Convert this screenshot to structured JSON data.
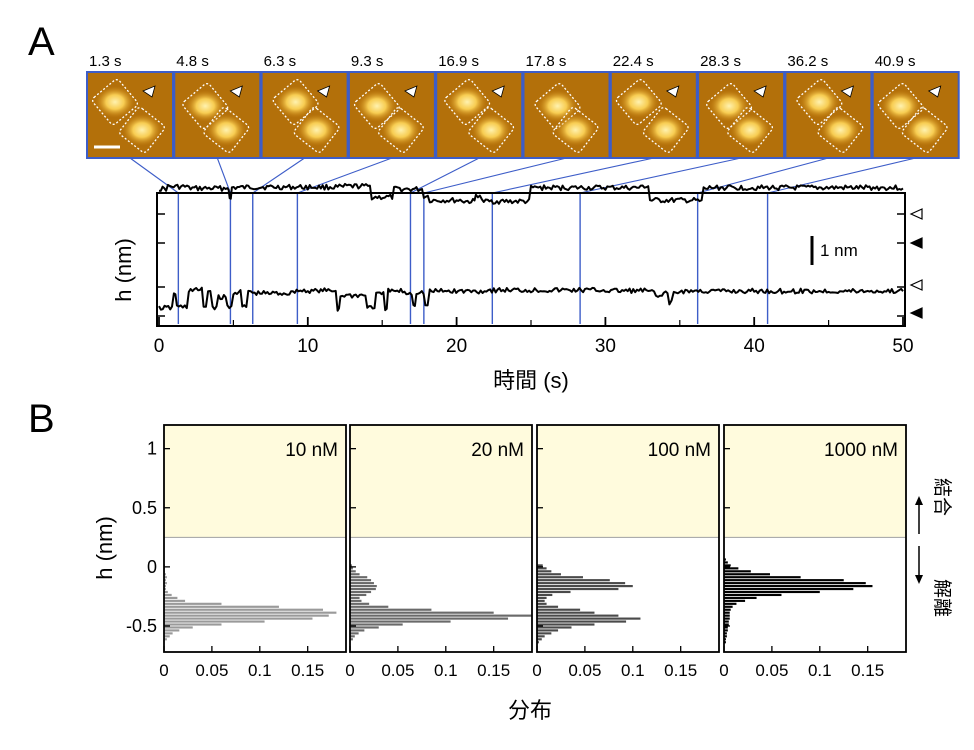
{
  "panel_labels": {
    "a": "A",
    "b": "B"
  },
  "frames": {
    "times": [
      "1.3 s",
      "4.8 s",
      "6.3 s",
      "9.3 s",
      "16.9 s",
      "17.8 s",
      "22.4 s",
      "28.3 s",
      "36.2 s",
      "40.9 s"
    ],
    "links_s": [
      1.3,
      4.8,
      6.3,
      9.3,
      16.9,
      17.8,
      22.4,
      28.3,
      36.2,
      40.9
    ],
    "colors": {
      "frame_border": "#3d5dc8",
      "afm_dark": "#8a4c00",
      "afm_mid": "#c98310",
      "afm_bright": "#ffd75a",
      "link_line": "#3d5dc8"
    }
  },
  "chart_data": [
    {
      "type": "line",
      "xlabel": "時間 (s)",
      "ylabel": "h (nm)",
      "xlim": [
        0,
        50
      ],
      "xticks": [
        0,
        10,
        20,
        30,
        40,
        50
      ],
      "scale_bar": "1 nm",
      "markers": [
        "bound",
        "unbound",
        "bound",
        "unbound"
      ],
      "series": [
        {
          "x": [
            0,
            0.6,
            2.0,
            4.6,
            4.75,
            4.9,
            6.0,
            12.5,
            14.3,
            15.8,
            17.8,
            18.2,
            20.5,
            21.1,
            21.3,
            21.7,
            25.0,
            32.5,
            33.0,
            36.2,
            36.6,
            37.0,
            50.0
          ],
          "y": [
            0.6,
            0.7,
            0.62,
            0.65,
            0.1,
            0.66,
            0.68,
            0.72,
            0.2,
            0.58,
            0.25,
            0.05,
            0.0,
            0.0,
            0.3,
            0.0,
            0.65,
            0.72,
            0.05,
            0.0,
            0.6,
            0.65,
            0.62
          ]
        },
        {
          "x": [
            0,
            1.0,
            1.2,
            2.0,
            3.0,
            3.3,
            3.6,
            4.0,
            4.6,
            5.0,
            5.6,
            6.0,
            6.3,
            9.0,
            12.0,
            12.2,
            14.0,
            14.6,
            15.2,
            15.4,
            16.5,
            17.1,
            17.3,
            17.9,
            18.2,
            22.0,
            30.0,
            33.0,
            33.4,
            33.8,
            34.3,
            34.6,
            35.0,
            50.0
          ],
          "y": [
            -0.9,
            -0.2,
            -0.85,
            -0.05,
            -0.8,
            -0.1,
            -0.85,
            -0.4,
            -0.85,
            -0.15,
            -0.85,
            -0.1,
            -0.2,
            -0.08,
            -0.95,
            -0.3,
            -0.85,
            -0.25,
            -0.9,
            -0.1,
            -0.2,
            -0.75,
            -0.15,
            -0.8,
            -0.1,
            -0.05,
            -0.08,
            -0.15,
            -0.35,
            -0.2,
            -0.65,
            -0.2,
            -0.1,
            -0.1
          ]
        }
      ]
    },
    {
      "type": "histogram",
      "orientation": "horizontal",
      "ylabel": "h (nm)",
      "xlabel": "分布",
      "ylim": [
        -0.72,
        1.2
      ],
      "yticks": [
        -0.5,
        0,
        0.5,
        1
      ],
      "xlim": [
        0,
        0.19
      ],
      "xticks": [
        0,
        0.05,
        0.1,
        0.15
      ],
      "bin_edges_start": -0.7,
      "bin_width": 0.025,
      "threshold": 0.25,
      "side_labels": {
        "bound": "結合",
        "unbound": "解離"
      },
      "colors": {
        "bound_region": "#fffbdd"
      },
      "panels": [
        {
          "label": "10 nM",
          "color": "#9a9a9a",
          "values": [
            0,
            0,
            0,
            0.003,
            0.006,
            0.009,
            0.016,
            0.03,
            0.06,
            0.105,
            0.155,
            0.172,
            0.18,
            0.166,
            0.12,
            0.06,
            0.022,
            0.014,
            0.008,
            0.004,
            0.002,
            0.002,
            0.003,
            0.002,
            0.003,
            0.002,
            0.001,
            0.001,
            0.001,
            0,
            0,
            0,
            0,
            0,
            0,
            0,
            0,
            0,
            0,
            0,
            0,
            0,
            0,
            0,
            0,
            0,
            0,
            0,
            0,
            0,
            0,
            0,
            0,
            0,
            0,
            0,
            0,
            0,
            0,
            0,
            0,
            0,
            0,
            0,
            0,
            0,
            0,
            0,
            0,
            0,
            0,
            0,
            0,
            0,
            0,
            0
          ]
        },
        {
          "label": "20 nM",
          "color": "#6a6a6a",
          "values": [
            0,
            0,
            0,
            0.003,
            0.005,
            0.009,
            0.015,
            0.03,
            0.055,
            0.105,
            0.165,
            0.19,
            0.15,
            0.085,
            0.04,
            0.02,
            0.012,
            0.01,
            0.017,
            0.022,
            0.027,
            0.028,
            0.025,
            0.022,
            0.018,
            0.01,
            0.006,
            0.003,
            0.002,
            0,
            0,
            0,
            0,
            0,
            0,
            0,
            0,
            0,
            0,
            0,
            0,
            0,
            0,
            0,
            0,
            0,
            0,
            0,
            0,
            0,
            0,
            0,
            0,
            0,
            0,
            0,
            0,
            0,
            0,
            0,
            0,
            0,
            0,
            0,
            0,
            0,
            0,
            0,
            0,
            0,
            0,
            0,
            0,
            0,
            0,
            0
          ]
        },
        {
          "label": "100 nM",
          "color": "#4a4a4a",
          "values": [
            0,
            0,
            0.002,
            0.005,
            0.008,
            0.015,
            0.022,
            0.036,
            0.06,
            0.093,
            0.108,
            0.085,
            0.06,
            0.045,
            0.022,
            0.01,
            0.008,
            0.01,
            0.016,
            0.035,
            0.085,
            0.1,
            0.092,
            0.076,
            0.048,
            0.025,
            0.015,
            0.01,
            0.006,
            0,
            0,
            0,
            0,
            0,
            0,
            0,
            0,
            0,
            0,
            0,
            0,
            0,
            0,
            0,
            0,
            0,
            0,
            0,
            0,
            0,
            0,
            0,
            0,
            0,
            0,
            0,
            0,
            0,
            0,
            0,
            0,
            0,
            0,
            0,
            0,
            0,
            0,
            0,
            0,
            0,
            0,
            0,
            0,
            0,
            0,
            0
          ]
        },
        {
          "label": "1000 nM",
          "color": "#000000",
          "values": [
            0,
            0,
            0.002,
            0.002,
            0.003,
            0.003,
            0.004,
            0.004,
            0.005,
            0.005,
            0.006,
            0.006,
            0.006,
            0.007,
            0.009,
            0.013,
            0.022,
            0.034,
            0.06,
            0.1,
            0.135,
            0.155,
            0.148,
            0.125,
            0.08,
            0.048,
            0.028,
            0.015,
            0.007,
            0.004,
            0.002,
            0,
            0,
            0,
            0,
            0,
            0,
            0,
            0,
            0,
            0,
            0,
            0,
            0,
            0,
            0,
            0,
            0,
            0,
            0,
            0,
            0,
            0,
            0,
            0,
            0,
            0,
            0,
            0,
            0,
            0,
            0,
            0,
            0,
            0,
            0,
            0,
            0,
            0,
            0,
            0,
            0,
            0,
            0,
            0,
            0
          ]
        }
      ]
    }
  ]
}
